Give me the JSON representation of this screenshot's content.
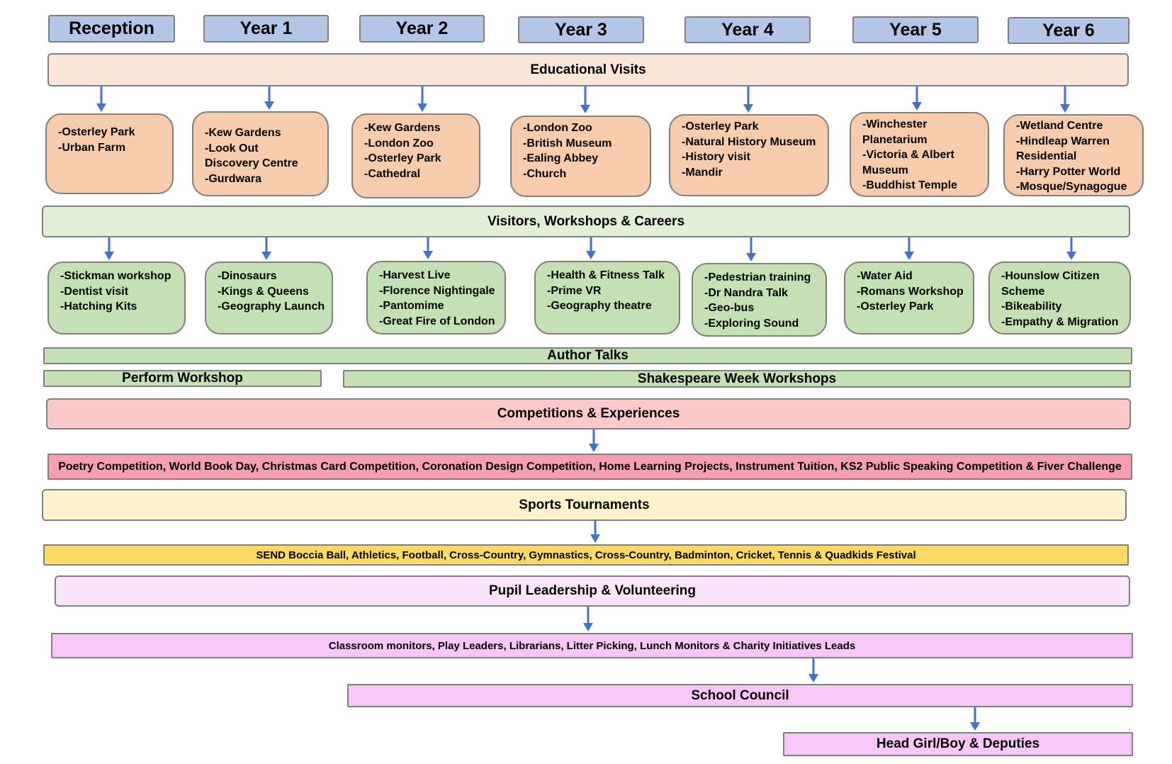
{
  "years": [
    "Reception",
    "Year 1",
    "Year 2",
    "Year 3",
    "Year 4",
    "Year 5",
    "Year 6"
  ],
  "educational_visits": {
    "title": "Educational Visits",
    "cards": [
      [
        "-Osterley Park",
        "-Urban Farm"
      ],
      [
        "-Kew Gardens",
        "-Look Out",
        "Discovery Centre",
        "-Gurdwara"
      ],
      [
        "-Kew Gardens",
        "-London Zoo",
        "-Osterley Park",
        "-Cathedral"
      ],
      [
        "-London Zoo",
        "-British Museum",
        "-Ealing Abbey",
        "-Church"
      ],
      [
        "-Osterley Park",
        "-Natural History Museum",
        "-History visit",
        "-Mandir"
      ],
      [
        "-Winchester",
        "Planetarium",
        "-Victoria & Albert",
        "Museum",
        "-Buddhist Temple"
      ],
      [
        "-Wetland Centre",
        "-Hindleap Warren",
        "Residential",
        "-Harry Potter World",
        "-Mosque/Synagogue"
      ]
    ]
  },
  "visitors": {
    "title": "Visitors, Workshops & Careers",
    "cards": [
      [
        "-Stickman workshop",
        "-Dentist visit",
        "-Hatching Kits"
      ],
      [
        "-Dinosaurs",
        "-Kings & Queens",
        "-Geography Launch"
      ],
      [
        "-Harvest Live",
        "-Florence Nightingale",
        "-Pantomime",
        "-Great Fire of London"
      ],
      [
        "-Health & Fitness Talk",
        "-Prime VR",
        "-Geography theatre"
      ],
      [
        "-Pedestrian training",
        "-Dr Nandra Talk",
        "-Geo-bus",
        "-Exploring Sound"
      ],
      [
        "-Water Aid",
        "-Romans Workshop",
        "-Osterley Park"
      ],
      [
        "-Hounslow Citizen",
        "Scheme",
        "-Bikeability",
        "-Empathy & Migration"
      ]
    ]
  },
  "author_talks": "Author Talks",
  "perform_workshop": "Perform Workshop",
  "shakespeare": "Shakespeare Week Workshops",
  "competitions": {
    "title": "Competitions & Experiences",
    "detail": "Poetry Competition, World Book Day, Christmas Card Competition, Coronation Design Competition, Home Learning Projects, Instrument Tuition, KS2 Public Speaking Competition & Fiver Challenge"
  },
  "sports": {
    "title": "Sports Tournaments",
    "detail": "SEND Boccia Ball, Athletics, Football, Cross-Country, Gymnastics, Cross-Country, Badminton, Cricket, Tennis & Quadkids Festival"
  },
  "leadership": {
    "title": "Pupil Leadership & Volunteering",
    "detail": "Classroom monitors, Play Leaders, Librarians, Litter Picking, Lunch Monitors & Charity Initiatives Leads"
  },
  "school_council": "School Council",
  "head": "Head Girl/Boy & Deputies",
  "colors": {
    "year_header": "#b4c6e7",
    "visit_card": "#f8cbad",
    "workshop_card": "#c5e0b4",
    "arrow": "#4472c4"
  }
}
